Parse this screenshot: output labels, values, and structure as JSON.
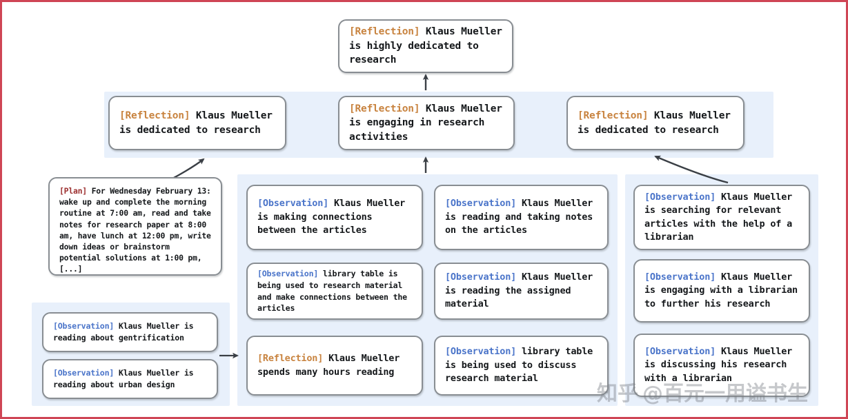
{
  "figure": {
    "type": "tree-diagram",
    "title": "Memory stream reflection tree",
    "border_color": "#cf4555",
    "panel_color": "#e8f0fb",
    "node_border_color": "#888d92",
    "tag_colors": {
      "reflection": "#c8833f",
      "observation": "#4a74c9",
      "plan": "#9c2f2f"
    }
  },
  "nodes": {
    "root": {
      "tag": "[Reflection]",
      "text": " Klaus Mueller is highly dedicated to research"
    },
    "level2": [
      {
        "tag": "[Reflection]",
        "text": " Klaus Mueller is dedicated to research"
      },
      {
        "tag": "[Reflection]",
        "text": " Klaus Mueller is engaging in research activities"
      },
      {
        "tag": "[Reflection]",
        "text": " Klaus Mueller is dedicated to research"
      }
    ],
    "plan": {
      "tag": "[Plan]",
      "text": " For Wednesday February 13: wake up and complete the morning routine at 7:00 am, read and take notes for research paper at 8:00 am, have lunch at 12:00 pm, write down ideas or brainstorm potential solutions at 1:00 pm, [...]"
    },
    "left_observations": [
      {
        "tag": "[Observation]",
        "text": " Klaus Mueller is reading about gentrification"
      },
      {
        "tag": "[Observation]",
        "text": " Klaus Mueller is reading about urban design"
      }
    ],
    "column_left": [
      {
        "tag": "[Observation]",
        "text": " Klaus Mueller is making connections between the articles"
      },
      {
        "tag": "[Observation]",
        "text": " library table is being used to research material and make connections between the articles"
      },
      {
        "tag": "[Reflection]",
        "text": " Klaus Mueller spends many hours reading"
      }
    ],
    "column_center": [
      {
        "tag": "[Observation]",
        "text": " Klaus Mueller is reading and taking notes on the articles"
      },
      {
        "tag": "[Observation]",
        "text": " Klaus Mueller is reading the assigned material"
      },
      {
        "tag": "[Observation]",
        "text": " library table is being used to discuss research material"
      }
    ],
    "column_right": [
      {
        "tag": "[Observation]",
        "text": " Klaus Mueller is searching for relevant articles with the help of a librarian"
      },
      {
        "tag": "[Observation]",
        "text": " Klaus Mueller is engaging with a librarian to further his research"
      },
      {
        "tag": "[Observation]",
        "text": " Klaus Mueller is discussing his research with a librarian"
      }
    ]
  },
  "watermark": {
    "site": "知乎",
    "handle": "@百元一用谥书生"
  }
}
